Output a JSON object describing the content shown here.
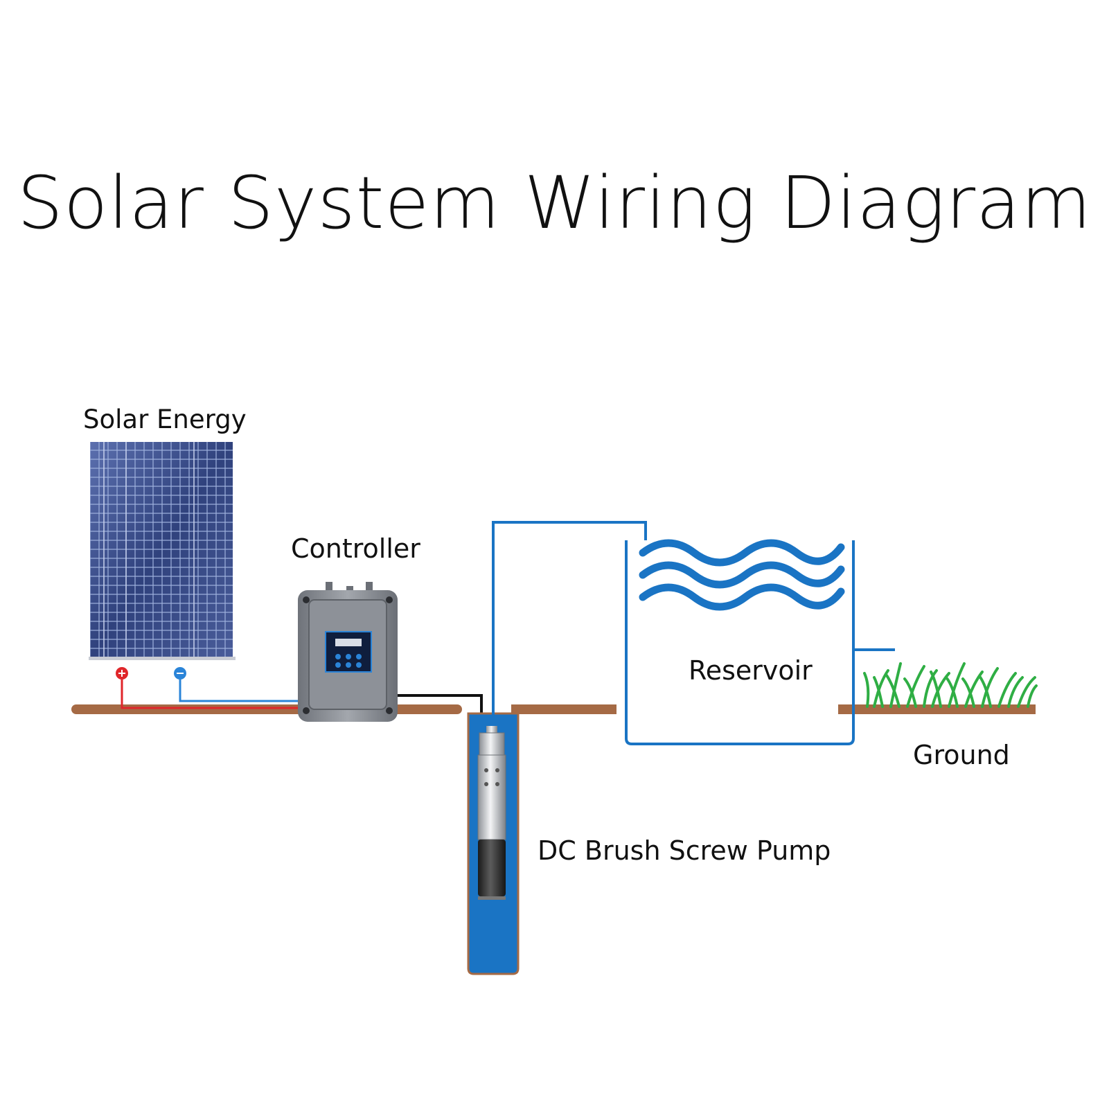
{
  "title": "Solar System Wiring Diagram",
  "labels": {
    "solar": "Solar Energy",
    "controller": "Controller",
    "reservoir": "Reservoir",
    "ground": "Ground",
    "pump": "DC Brush Screw Pump"
  },
  "terminals": {
    "positive": "+",
    "negative": "−"
  },
  "colors": {
    "ground": "#a56a45",
    "water": "#1a74c4",
    "positive_wire": "#e0262a",
    "negative_wire": "#2a84d8",
    "signal_wire": "#111111",
    "grass": "#2fae44",
    "panel": "#3b4f8c",
    "controller": "#8b8f96"
  }
}
